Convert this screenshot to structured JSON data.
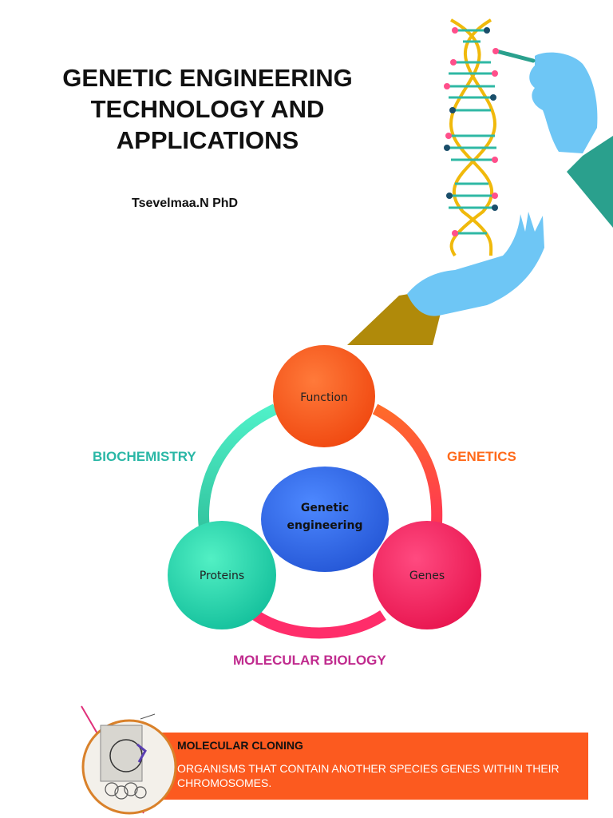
{
  "title": {
    "line1": "GENETIC ENGINEERING",
    "line2": "TECHNOLOGY AND",
    "line3": "APPLICATIONS"
  },
  "author": "Tsevelmaa.N PhD",
  "cycle": {
    "center": {
      "line1": "Genetic",
      "line2": "engineering"
    },
    "nodes": {
      "function": "Function",
      "proteins": "Proteins",
      "genes": "Genes"
    },
    "categories": {
      "biochemistry": "BIOCHEMISTRY",
      "genetics": "GENETICS",
      "molecular_biology": "MOLECULAR BIOLOGY"
    }
  },
  "banner": {
    "title": "MOLECULAR CLONING",
    "text": "ORGANISMS THAT CONTAIN ANOTHER SPECIES GENES WITHIN THEIR CHROMOSOMES."
  },
  "colors": {
    "function_circle": "#ff5a2a",
    "proteins_circle": "#2fd7b0",
    "genes_circle": "#ff2d6a",
    "center_circle": "#3a6ee8",
    "banner": "#fc5a1f"
  }
}
